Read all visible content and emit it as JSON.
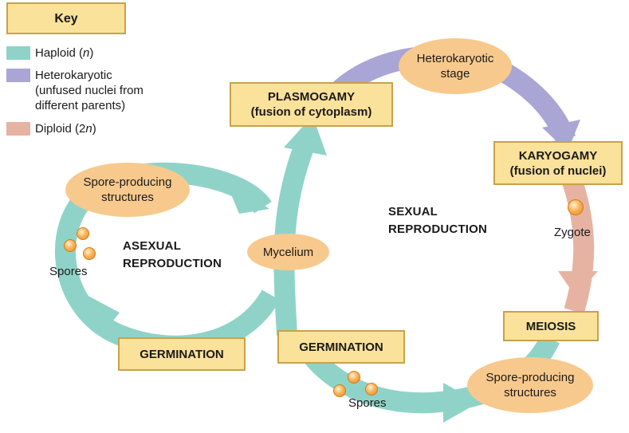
{
  "key": {
    "title": "Key",
    "items": [
      {
        "label_parts": [
          "Haploid (",
          "n",
          ")"
        ],
        "color": "#8fd3c8"
      },
      {
        "label_lines": [
          "Heterokaryotic",
          "(unfused nuclei from",
          "different parents)"
        ],
        "color": "#a9a6d6"
      },
      {
        "label_parts": [
          "Diploid (2",
          "n",
          ")"
        ],
        "color": "#e6b3a3"
      }
    ]
  },
  "stages": {
    "plasmogamy": [
      "PLASMOGAMY",
      "(fusion of cytoplasm)"
    ],
    "karyogamy": [
      "KARYOGAMY",
      "(fusion of nuclei)"
    ],
    "meiosis": "MEIOSIS",
    "germination_left": "GERMINATION",
    "germination_center": "GERMINATION"
  },
  "structures": {
    "heterokaryotic_stage": [
      "Heterokaryotic",
      "stage"
    ],
    "spore_producing_left": [
      "Spore-producing",
      "structures"
    ],
    "spore_producing_right": [
      "Spore-producing",
      "structures"
    ],
    "mycelium": "Mycelium"
  },
  "labels": {
    "asexual": [
      "ASEXUAL",
      "REPRODUCTION"
    ],
    "sexual": [
      "SEXUAL",
      "REPRODUCTION"
    ],
    "zygote": "Zygote",
    "spores_left": "Spores",
    "spores_bottom": "Spores"
  },
  "colors": {
    "haploid": "#8fd3c8",
    "heterokaryotic": "#a9a6d6",
    "diploid": "#e6b3a3",
    "box_fill": "#fbe29a",
    "box_border": "#c9a14a",
    "oval_fill": "#f8c98d"
  }
}
